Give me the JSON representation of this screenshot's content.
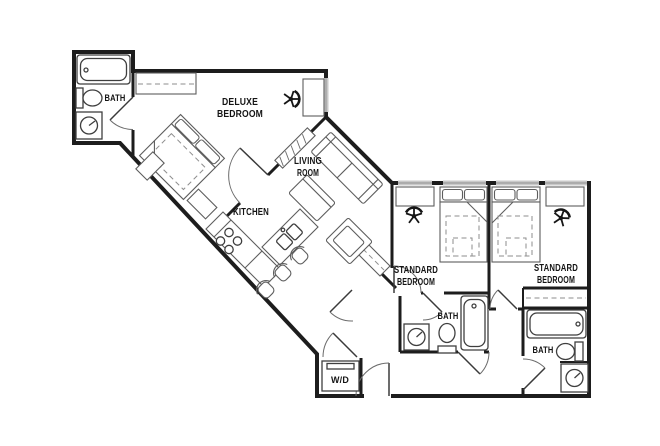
{
  "colors": {
    "bg": "#ffffff",
    "wall": "#1d1d1d",
    "fixture": "#3f3f3f",
    "furniture": "#5d5d5d",
    "window": "#c9c9c9",
    "text": "#141414"
  },
  "rooms": {
    "bath_top_left": {
      "label": "BATH"
    },
    "deluxe_bedroom": {
      "line1": "DELUXE",
      "line2": "BEDROOM"
    },
    "living_room": {
      "line1": "LIVING",
      "line2": "ROOM"
    },
    "kitchen": {
      "label": "KITCHEN"
    },
    "standard_bedroom_1": {
      "line1": "STANDARD",
      "line2": "BEDROOM"
    },
    "standard_bedroom_2": {
      "line1": "STANDARD",
      "line2": "BEDROOM"
    },
    "bath_middle": {
      "label": "BATH"
    },
    "bath_right": {
      "label": "BATH"
    },
    "laundry_closet": {
      "label": "W/D"
    }
  }
}
